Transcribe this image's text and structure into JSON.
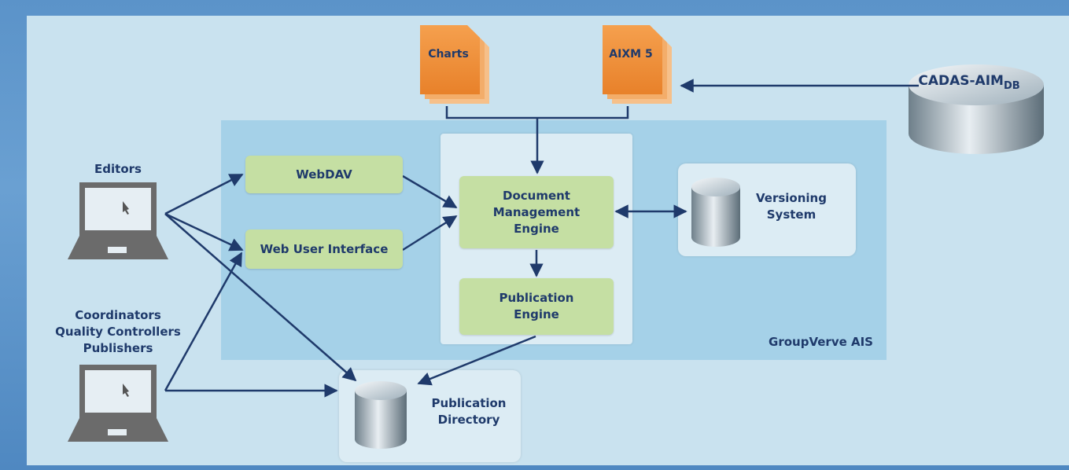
{
  "documents": {
    "charts": "Charts",
    "aixm": "AIXM 5"
  },
  "database": {
    "label_main": "CADAS-AIM",
    "label_sub": "DB"
  },
  "users": {
    "editors": "Editors",
    "coordinators": [
      "Coordinators",
      "Quality Controllers",
      "Publishers"
    ]
  },
  "modules": {
    "webdav": "WebDAV",
    "web_ui": "Web User Interface",
    "dme": [
      "Document",
      "Management",
      "Engine"
    ],
    "publication_engine": [
      "Publication",
      "Engine"
    ],
    "versioning": [
      "Versioning",
      "System"
    ],
    "publication_directory": [
      "Publication",
      "Directory"
    ]
  },
  "system_name": "GroupVerve AIS",
  "colors": {
    "panel": "#c9e2ef",
    "inner": "#a5d1e8",
    "box": "#c5dfa3",
    "text": "#1f3a6b",
    "doc": "#f0913a",
    "arrow": "#1f3a6b"
  }
}
